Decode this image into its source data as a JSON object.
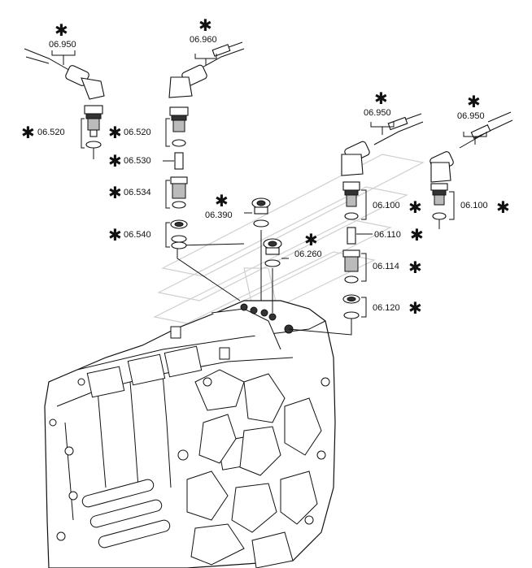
{
  "callouts": {
    "c1": {
      "code": "06.950",
      "star": "✱"
    },
    "c2": {
      "code": "06.960",
      "star": "✱"
    },
    "c3": {
      "code": "06.950",
      "star": "✱"
    },
    "c4": {
      "code": "06.950",
      "star": "✱"
    },
    "c5": {
      "code": "06.520",
      "star": "✱"
    },
    "c6": {
      "code": "06.520",
      "star": "✱"
    },
    "c7": {
      "code": "06.530",
      "star": "✱"
    },
    "c8": {
      "code": "06.534",
      "star": "✱"
    },
    "c9": {
      "code": "06.390",
      "star": "✱"
    },
    "c10": {
      "code": "06.540",
      "star": "✱"
    },
    "c11": {
      "code": "06.260",
      "star": "✱"
    },
    "c12": {
      "code": "06.100",
      "star": "✱"
    },
    "c13": {
      "code": "06.100",
      "star": "✱"
    },
    "c14": {
      "code": "06.110",
      "star": "✱"
    },
    "c15": {
      "code": "06.114",
      "star": "✱"
    },
    "c16": {
      "code": "06.120",
      "star": "✱"
    }
  }
}
